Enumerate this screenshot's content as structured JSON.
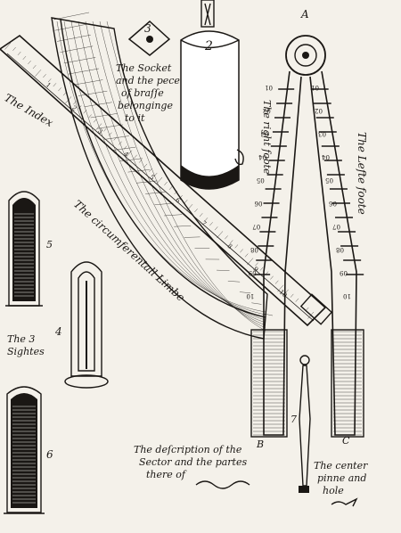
{
  "labels": {
    "socket": [
      "The Socket",
      "and the pece",
      "of braſſe",
      "belonginge",
      "to it"
    ],
    "index": "The Index",
    "limbe": "The circumferentall Limbe",
    "right_foote": "The right foote",
    "left_foote": "The Lefte foote",
    "sights": [
      "The 3",
      "Sightes"
    ],
    "sector": [
      "The deſcription of the",
      "Sector and the partes",
      "there of"
    ],
    "center_pinne": [
      "The center",
      "pinne and",
      "hole"
    ]
  },
  "markers": {
    "socket_piece": "3",
    "socket": "2",
    "top_sight": "5",
    "middle_sight": "4",
    "bottom_sight": "6",
    "pin": "7",
    "apex": "A",
    "right_foot_end": "B",
    "left_foot_end": "C"
  },
  "scale_numbers": {
    "right_foote": [
      "01",
      "02",
      "03",
      "04",
      "05",
      "06",
      "07",
      "08",
      "09",
      "10"
    ],
    "left_foote": [
      "01",
      "02",
      "03",
      "04",
      "05",
      "06",
      "07",
      "08",
      "09",
      "10"
    ],
    "index": [
      "1",
      "2",
      "3",
      "4",
      "5",
      "6",
      "7",
      "8",
      "9",
      "10"
    ]
  },
  "colors": {
    "ink": "#1a1714",
    "paper": "#f4f1ea"
  }
}
